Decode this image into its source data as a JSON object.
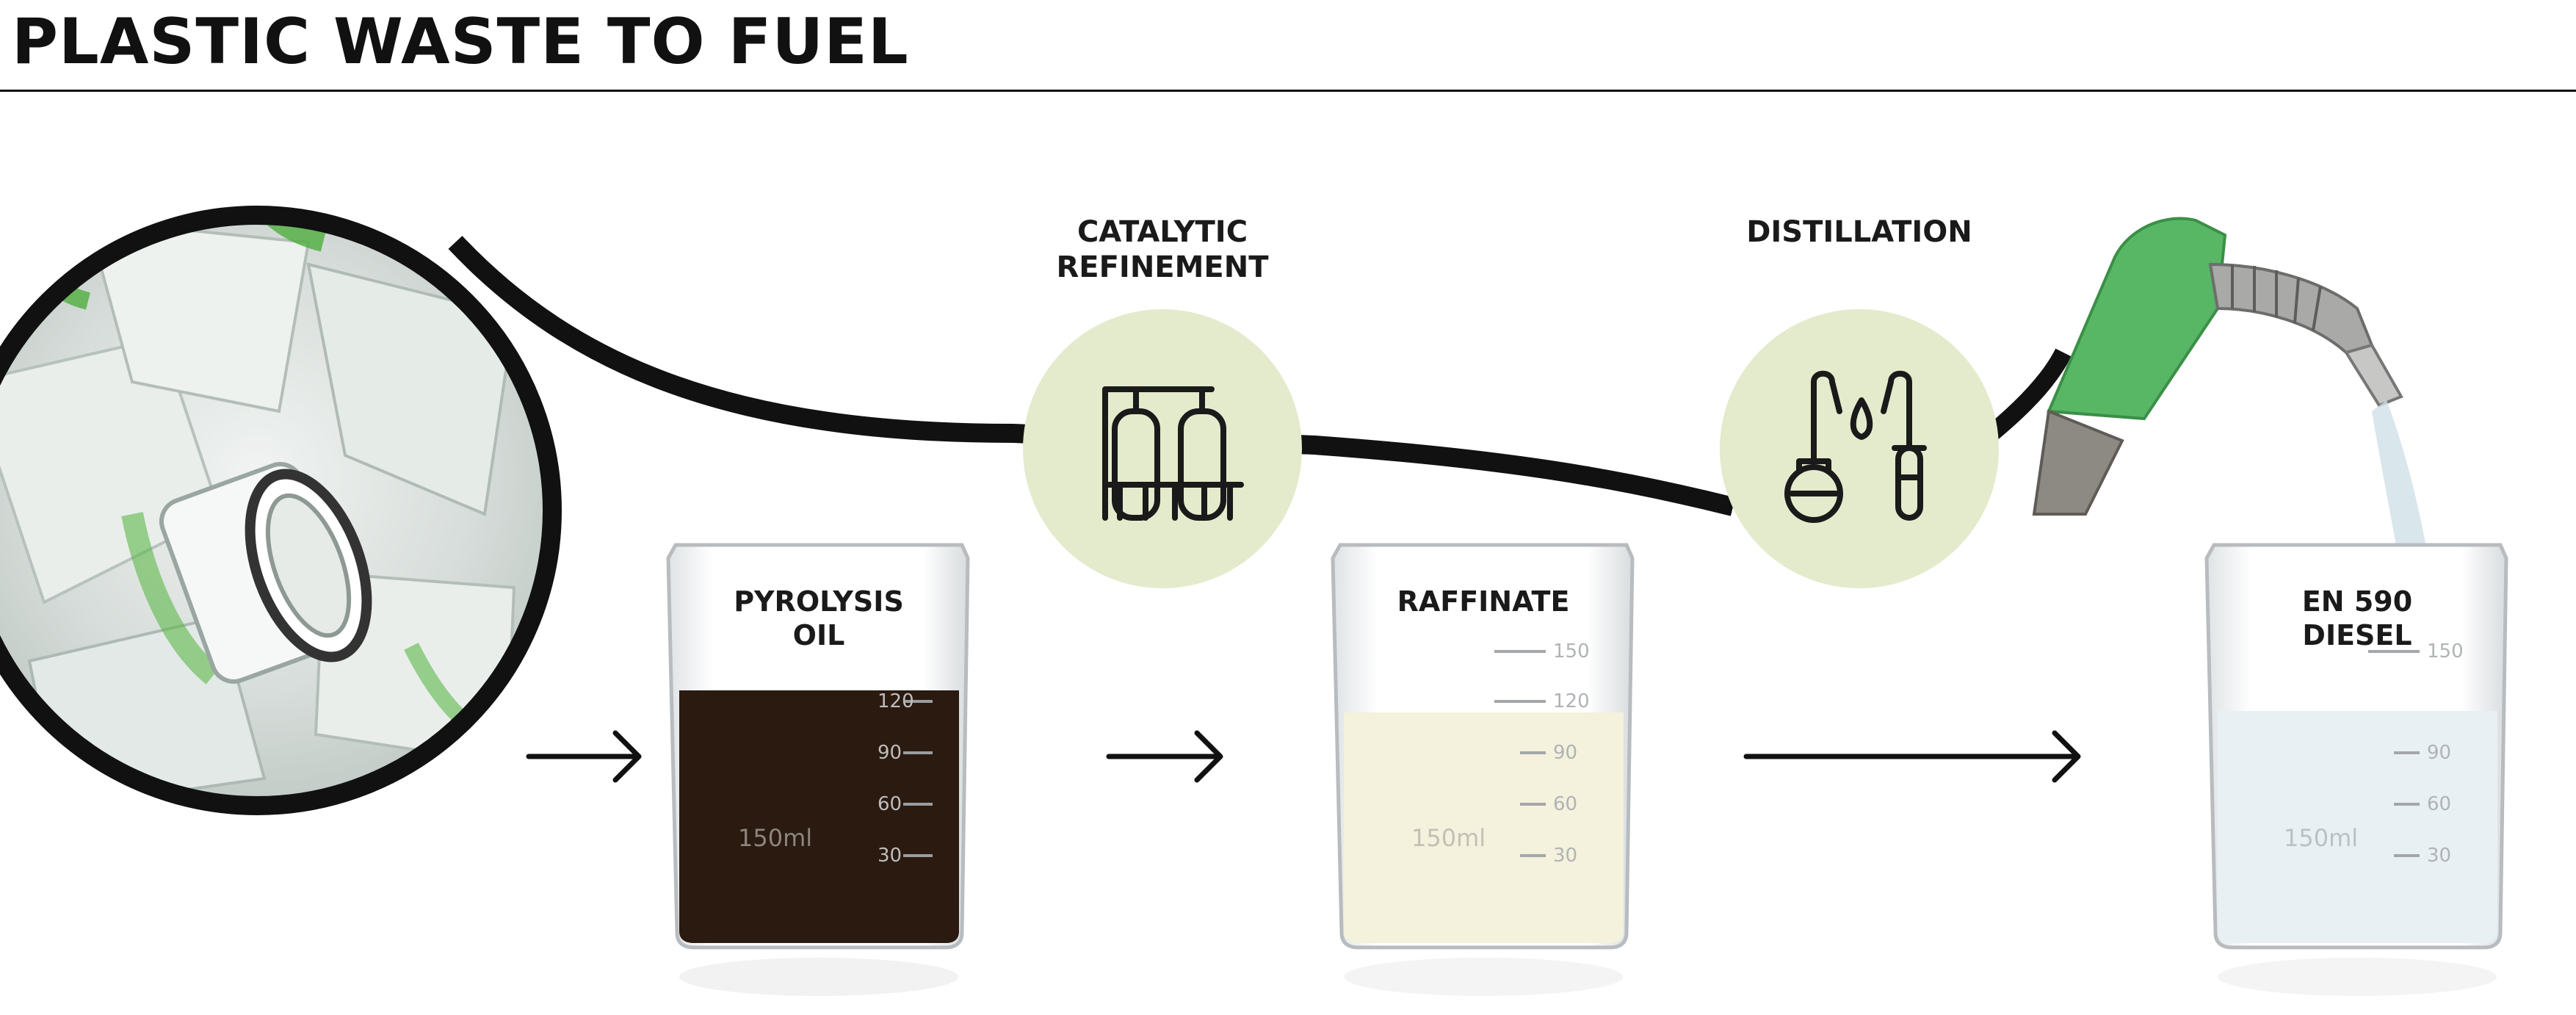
{
  "header": {
    "title": "PLASTIC WASTE TO FUEL"
  },
  "steps": {
    "catalytic": "CATALYTIC\nREFINEMENT",
    "distillation": "DISTILLATION"
  },
  "beakers": [
    {
      "label": "PYROLYSIS\nOIL",
      "liquid_color": "#2a1a10",
      "marks": [
        "120",
        "90",
        "60",
        "30"
      ],
      "volume": "150ml"
    },
    {
      "label": "RAFFINATE",
      "liquid_color": "#f4f1dc",
      "marks": [
        "150",
        "120",
        "90",
        "60",
        "30"
      ],
      "volume": "150ml"
    },
    {
      "label": "EN 590\nDIESEL",
      "liquid_color": "#e9f0f3",
      "marks": [
        "150",
        "90",
        "60",
        "30"
      ],
      "volume": "150ml"
    }
  ],
  "icons": {
    "plastic": "plastic-bottles-photo-icon",
    "catalytic": "refinery-tanks-icon",
    "distillation": "lab-glassware-icon",
    "nozzle": "fuel-nozzle-icon",
    "arrow": "right-arrow-icon"
  },
  "colors": {
    "step_circle": "#e3ebcc",
    "nozzle": "#5cbf6a",
    "line": "#111111"
  }
}
